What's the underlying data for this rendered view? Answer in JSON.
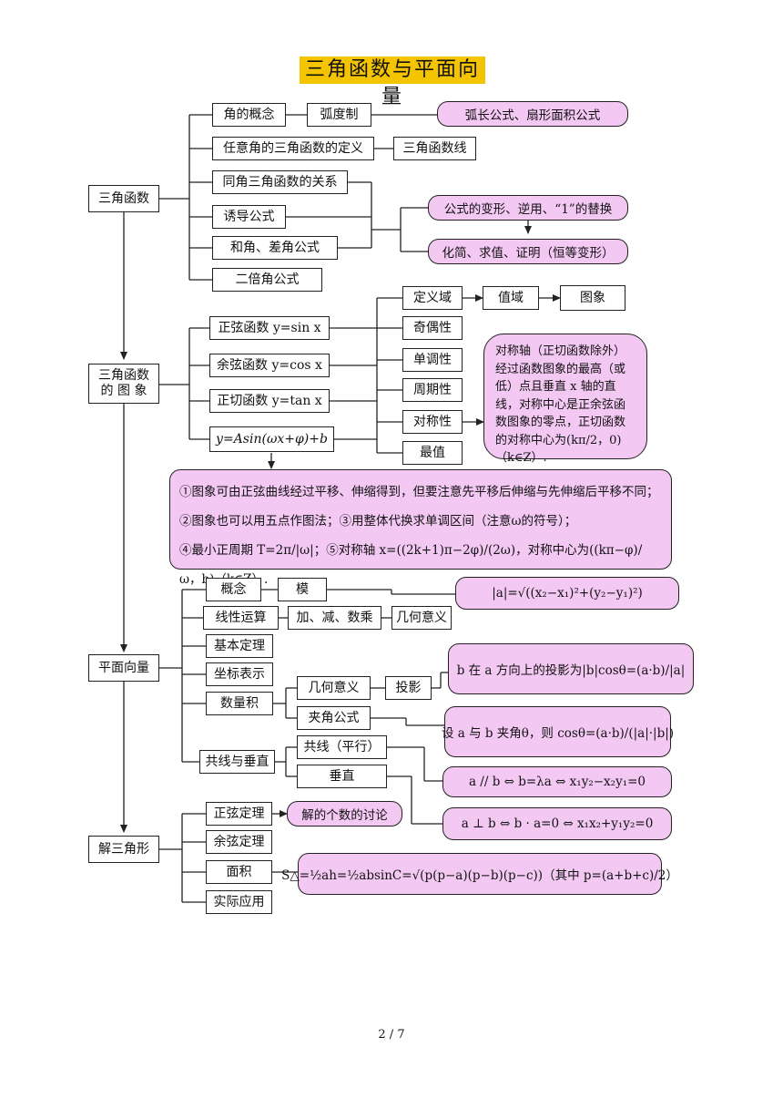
{
  "title": "三角函数与平面向量",
  "page_number": "2 / 7",
  "main_nodes": [
    "三角函数",
    "三角函数\n的 图 象",
    "平面向量",
    "解三角形"
  ],
  "trig": {
    "angle_concept": "角的概念",
    "radian": "弧度制",
    "radian_formula": "弧长公式、扇形面积公式",
    "any_angle_def": "任意角的三角函数的定义",
    "trig_line": "三角函数线",
    "same_angle": "同角三角函数的关系",
    "induction": "诱导公式",
    "sum_diff": "和角、差角公式",
    "double": "二倍角公式",
    "transform": "公式的变形、逆用、“1”的替换",
    "simplify": "化简、求值、证明（恒等变形）"
  },
  "graph": {
    "sin": "正弦函数 y=sin x",
    "cos": "余弦函数 y=cos x",
    "tan": "正切函数 y=tan x",
    "general": "y=Asin(ωx+φ)+b",
    "props": [
      "定义域",
      "奇偶性",
      "单调性",
      "周期性",
      "对称性",
      "最值"
    ],
    "range": "值域",
    "image": "图象",
    "symmetry_note": "对称轴（正切函数除外）经过函数图象的最高（或低）点且垂直 x 轴的直线，对称中心是正余弦函数图象的零点，正切函数的对称中心为(kπ/2，0)（k∈Z）.",
    "note_lines": [
      "①图象可由正弦曲线经过平移、伸缩得到，但要注意先平移后伸缩与先伸缩后平移不同；",
      "②图象也可以用五点作图法；③用整体代换求单调区间（注意ω的符号）；",
      "④最小正周期 T=2π/|ω|；⑤对称轴 x=((2k+1)π−2φ)/(2ω)，对称中心为((kπ−φ)/ω，b)（k∈Z）."
    ]
  },
  "vector": {
    "concept": "概念",
    "modulus": "模",
    "modulus_formula": "|a|=√((x₂−x₁)²+(y₂−y₁)²)",
    "linear": "线性运算",
    "ops": "加、减、数乘",
    "geo_meaning": "几何意义",
    "basic_theorem": "基本定理",
    "coord": "坐标表示",
    "dot": "数量积",
    "geo_meaning2": "几何意义",
    "projection": "投影",
    "projection_formula": "b 在 a 方向上的投影为|b|cosθ=(a·b)/|a|",
    "angle_formula": "夹角公式",
    "angle_formula_text": "设 a 与 b 夹角θ，则 cosθ=(a·b)/(|a|·|b|)",
    "collinear_perp": "共线与垂直",
    "collinear": "共线（平行）",
    "perp": "垂直",
    "collinear_formula": "a // b ⇔ b=λa ⇔ x₁y₂−x₂y₁=0",
    "perp_formula": "a ⊥ b ⇔ b · a=0 ⇔ x₁x₂+y₁y₂=0"
  },
  "triangle": {
    "sine_law": "正弦定理",
    "solutions": "解的个数的讨论",
    "cosine_law": "余弦定理",
    "area": "面积",
    "application": "实际应用",
    "area_formula": "S△=½ah=½absinC=√(p(p−a)(p−b)(p−c))（其中 p=(a+b+c)/2）"
  }
}
